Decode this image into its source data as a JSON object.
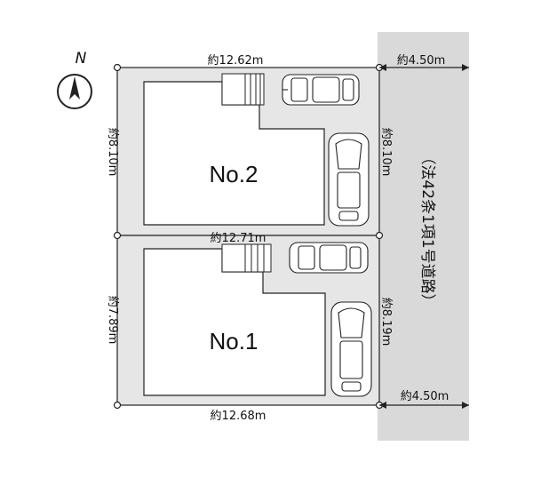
{
  "north_label": "N",
  "lots": {
    "no2": {
      "label": "No.2",
      "top_width": "約12.62m",
      "left_depth": "約8.10m",
      "right_depth": "約8.10m"
    },
    "no1": {
      "label": "No.1",
      "top_width": "約12.71m",
      "bottom_width": "約12.68m",
      "left_depth": "約7.89m",
      "right_depth": "約8.19m"
    }
  },
  "road": {
    "label": "（法42条1項1号道路）",
    "width_top": "約4.50m",
    "width_bottom": "約4.50m"
  },
  "colors": {
    "lot_fill": "#e6e6e6",
    "road_fill": "#d9d9d9",
    "line": "#222222"
  }
}
